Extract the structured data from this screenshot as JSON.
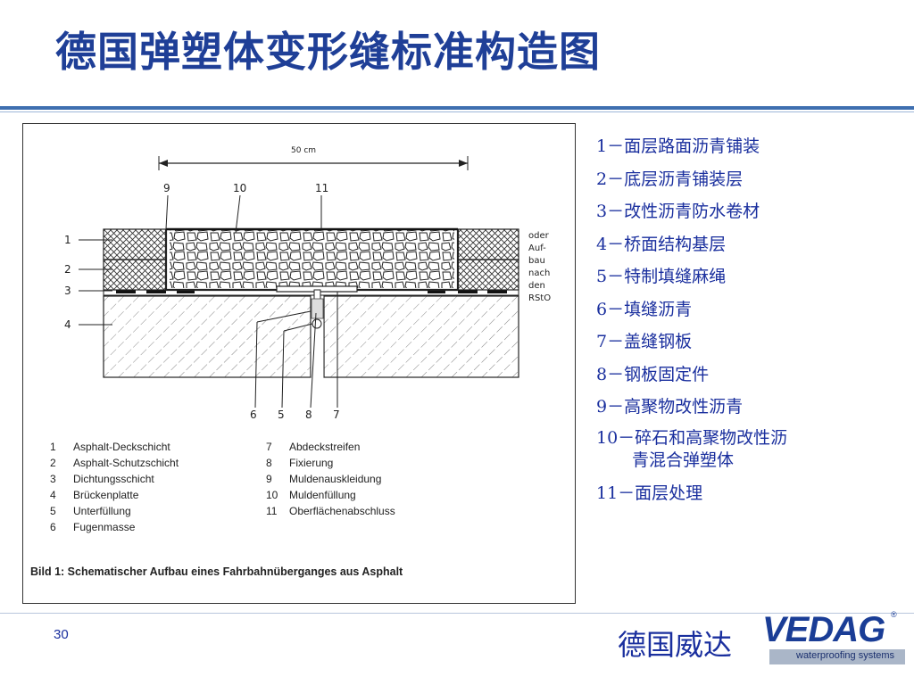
{
  "slide": {
    "title": "德国弹塑体变形缝标准构造图",
    "page_number": "30"
  },
  "figure": {
    "dimension_label": "50 cm",
    "callout_labels": {
      "n1": "1",
      "n2": "2",
      "n3": "3",
      "n4": "4",
      "n5": "5",
      "n6": "6",
      "n7": "7",
      "n8": "8",
      "n9": "9",
      "n10": "10",
      "n11": "11"
    },
    "side_note": [
      "oder",
      "Auf-",
      "bau",
      "nach",
      "den",
      "RStO"
    ],
    "legend_left": [
      {
        "num": "1",
        "text": "Asphalt-Deckschicht"
      },
      {
        "num": "2",
        "text": "Asphalt-Schutzschicht"
      },
      {
        "num": "3",
        "text": "Dichtungsschicht"
      },
      {
        "num": "4",
        "text": "Brückenplatte"
      },
      {
        "num": "5",
        "text": "Unterfüllung"
      },
      {
        "num": "6",
        "text": "Fugenmasse"
      }
    ],
    "legend_right": [
      {
        "num": "7",
        "text": "Abdeckstreifen"
      },
      {
        "num": "8",
        "text": "Fixierung"
      },
      {
        "num": "9",
        "text": "Muldenauskleidung"
      },
      {
        "num": "10",
        "text": "Muldenfüllung"
      },
      {
        "num": "11",
        "text": "Oberflächenabschluss"
      }
    ],
    "caption": "Bild 1: Schematischer Aufbau eines Fahrbahnüberganges aus Asphalt"
  },
  "legend": {
    "items": [
      {
        "text": "1－面层路面沥青铺装"
      },
      {
        "text": "2－底层沥青铺装层"
      },
      {
        "text": "3－改性沥青防水卷材"
      },
      {
        "text": "4－桥面结构基层"
      },
      {
        "text": "5－特制填缝麻绳"
      },
      {
        "text": "6－填缝沥青"
      },
      {
        "text": "7－盖缝钢板"
      },
      {
        "text": "8－钢板固定件"
      },
      {
        "text": "9－高聚物改性沥青"
      },
      {
        "text": "10－碎石和高聚物改性沥",
        "cont": "青混合弹塑体"
      },
      {
        "text": "11－面层处理"
      }
    ]
  },
  "footer": {
    "company_cn": "德国威达",
    "brand": "VEDAG",
    "brand_tagline": "waterproofing systems",
    "registered_mark": "®"
  },
  "colors": {
    "title": "#1f3f97",
    "legend_text": "#1a2f9e",
    "rule": "#3f6fb0"
  }
}
